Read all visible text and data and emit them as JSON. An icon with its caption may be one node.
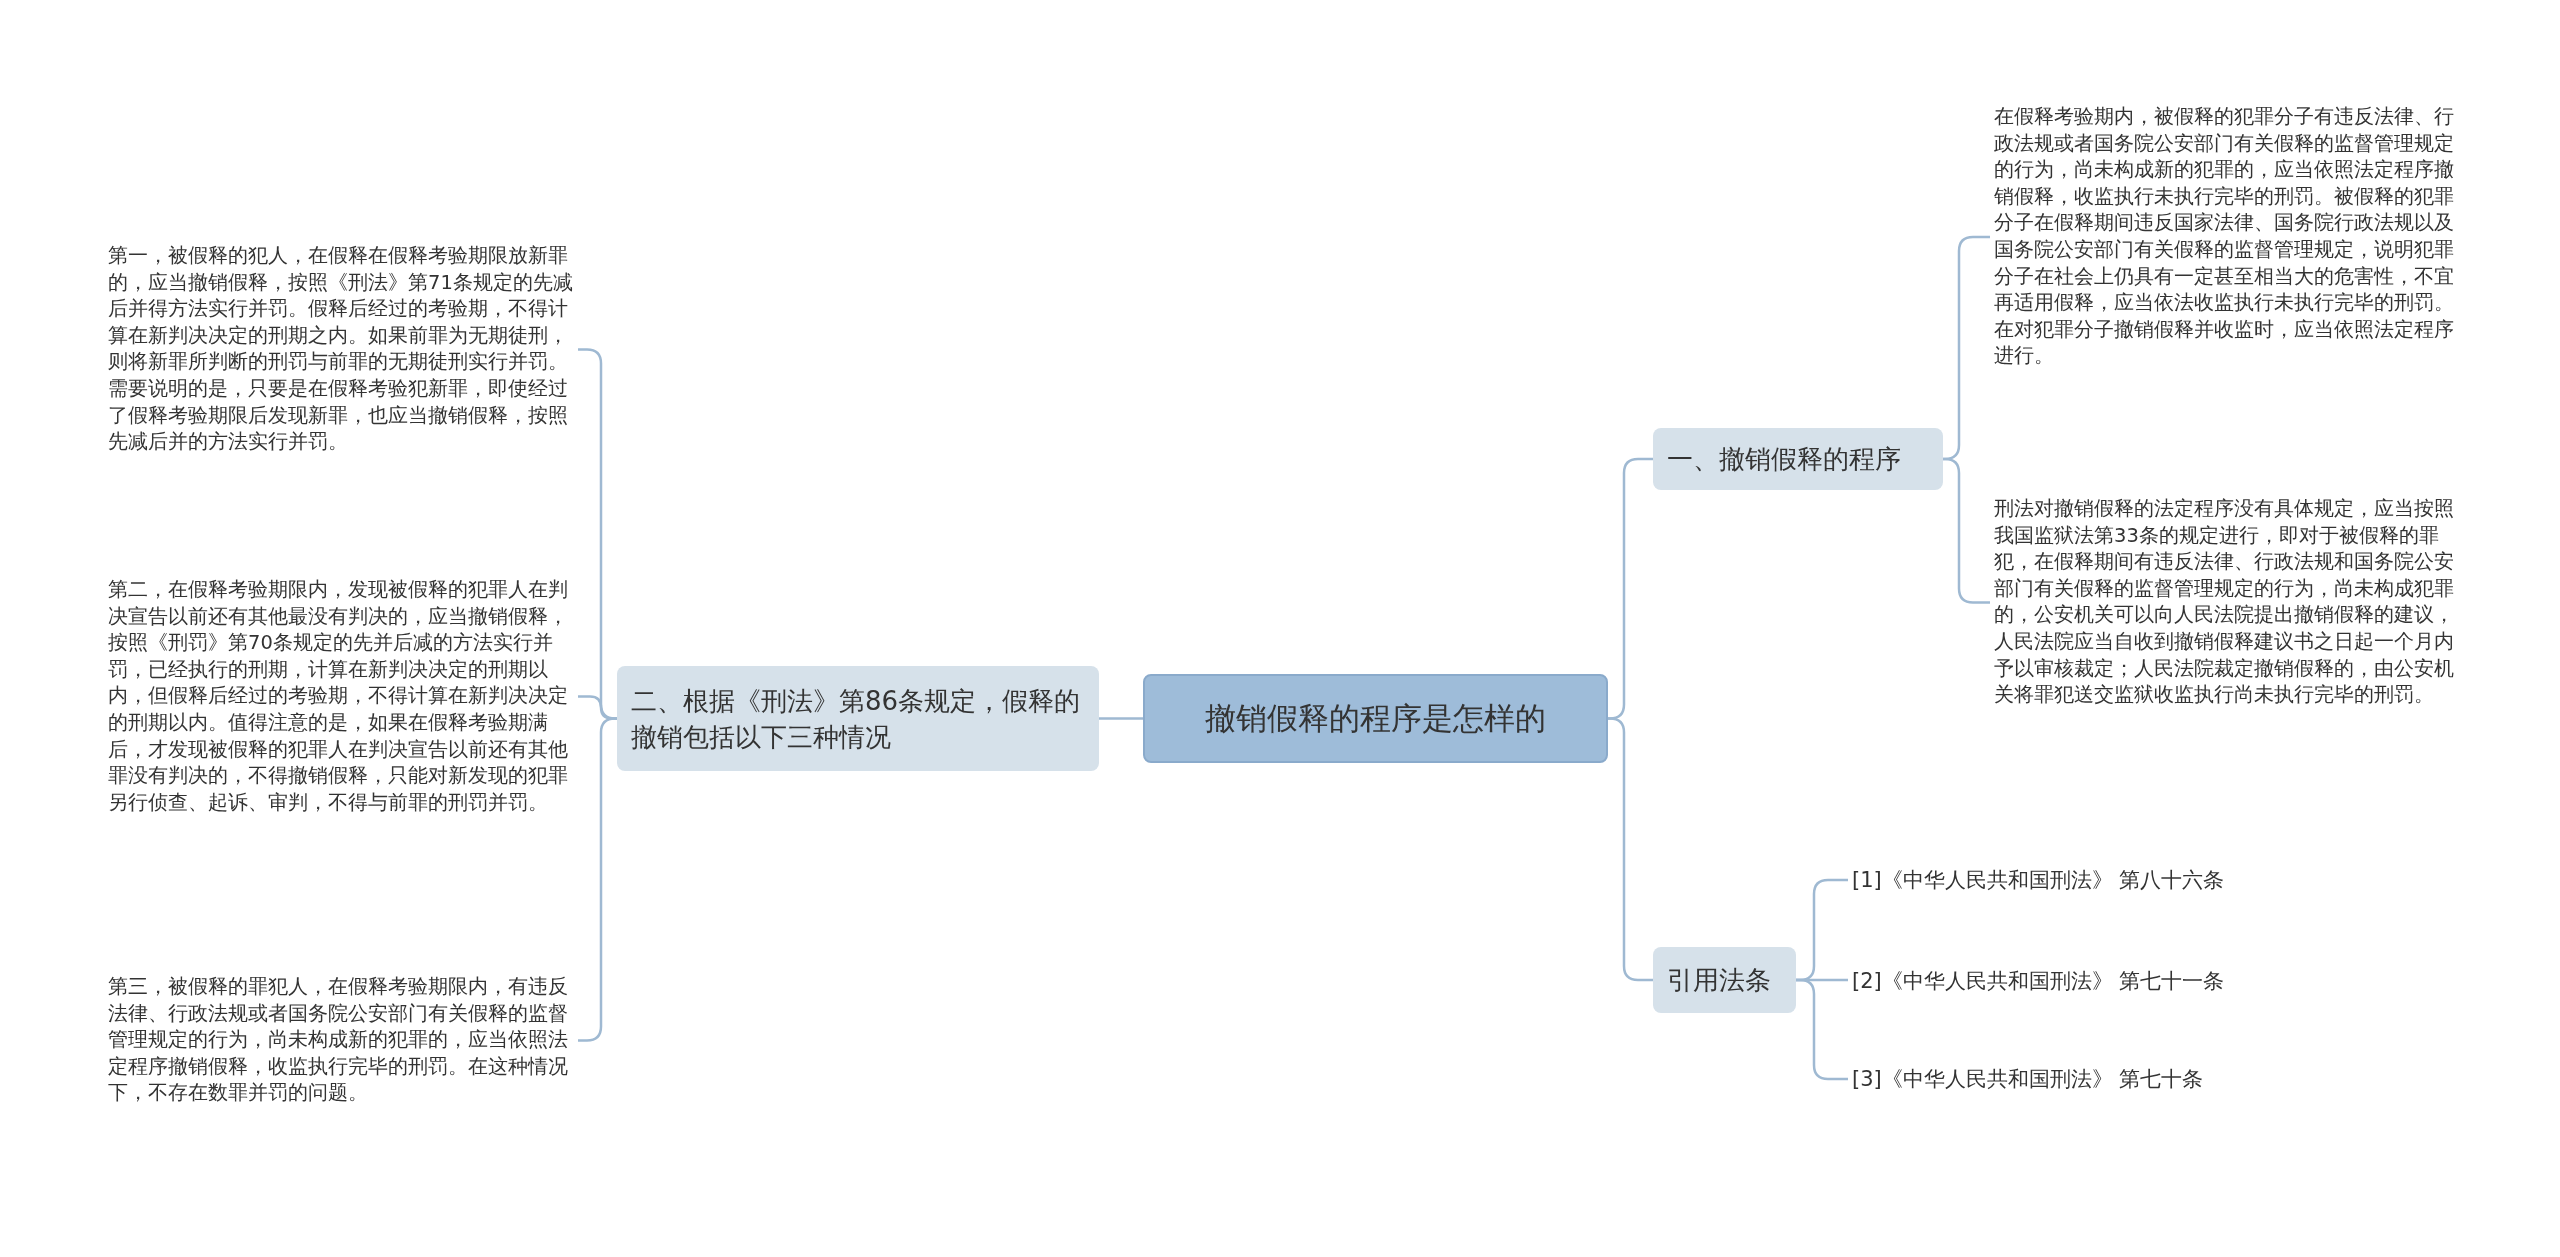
{
  "diagram": {
    "nodes": [
      {
        "text": [
          "撤销假释的程序是怎样的"
        ]
      },
      {
        "text": [
          "二、根据《刑法》第86条规定，假释的撤销包括以下三种情况"
        ]
      },
      {
        "text": [
          "第一，被假释的犯人，在假释在假释考验期限放新罪的，应当撤销假释，按照《刑法》第71条规定的先减后并得方法实行并罚。假释后经过的考验期，不得计算在新判决决定的刑期之内。如果前罪为无期徒刑，则将新罪所判断的刑罚与前罪的无期徒刑实行并罚。需要说明的是，只要是在假释考验犯新罪，即使经过了假释考验期限后发现新罪，也应当撤销假释，按照先减后并的方法实行并罚。"
        ]
      },
      {
        "text": [
          "第二，在假释考验期限内，发现被假释的犯罪人在判决宣告以前还有其他最没有判决的，应当撤销假释，按照《刑罚》第70条规定的先并后减的方法实行并罚，已经执行的刑期，计算在新判决决定的刑期以内，但假释后经过的考验期，不得计算在新判决决定的刑期以内。值得注意的是，如果在假释考验期满后，才发现被假释的犯罪人在判决宣告以前还有其他罪没有判决的，不得撤销假释，只能对新发现的犯罪另行侦查、起诉、审判，不得与前罪的刑罚并罚。"
        ]
      },
      {
        "text": [
          "第三，被假释的罪犯人，在假释考验期限内，有违反法律、行政法规或者国务院公安部门有关假释的监督管理规定的行为，尚未构成新的犯罪的，应当依照法定程序撤销假释，收监执行完毕的刑罚。在这种情况下，不存在数罪并罚的问题。"
        ]
      },
      {
        "text": [
          "一、撤销假释的程序"
        ]
      },
      {
        "text": [
          "在假释考验期内，被假释的犯罪分子有违反法律、行政法规或者国务院公安部门有关假释的监督管理规定的行为，尚未构成新的犯罪的，应当依照法定程序撤销假释，收监执行未执行完毕的刑罚。被假释的犯罪分子在假释期间违反国家法律、国务院行政法规以及国务院公安部门有关假释的监督管理规定，说明犯罪分子在社会上仍具有一定甚至相当大的危害性，不宜再适用假释，应当依法收监执行未执行完毕的刑罚。在对犯罪分子撤销假释并收监时，应当依照法定程序进行。"
        ]
      },
      {
        "text": [
          "刑法对撤销假释的法定程序没有具体规定，应当按照我国监狱法第33条的规定进行，即对于被假释的罪犯，在假释期间有违反法律、行政法规和国务院公安部门有关假释的监督管理规定的行为，尚未构成犯罪的，公安机关可以向人民法院提出撤销假释的建议，人民法院应当自收到撤销假释建议书之日起一个月内予以审核裁定；人民法院裁定撤销假释的，由公安机关将罪犯送交监狱收监执行尚未执行完毕的刑罚。"
        ]
      },
      {
        "text": [
          "引用法条"
        ]
      },
      {
        "text": [
          "[1]《中华人民共和国刑法》 第八十六条"
        ]
      },
      {
        "text": [
          "[2]《中华人民共和国刑法》 第七十一条"
        ]
      },
      {
        "text": [
          "[3]《中华人民共和国刑法》 第七十条"
        ]
      }
    ],
    "edges": [
      {
        "from": 0,
        "to": 1,
        "arrow": "none"
      },
      {
        "from": 1,
        "to": 2,
        "arrow": "none"
      },
      {
        "from": 1,
        "to": 3,
        "arrow": "none"
      },
      {
        "from": 1,
        "to": 4,
        "arrow": "none"
      },
      {
        "from": 0,
        "to": 5,
        "arrow": "none"
      },
      {
        "from": 5,
        "to": 6,
        "arrow": "none"
      },
      {
        "from": 5,
        "to": 7,
        "arrow": "none"
      },
      {
        "from": 0,
        "to": 8,
        "arrow": "none"
      },
      {
        "from": 8,
        "to": 9,
        "arrow": "none"
      },
      {
        "from": 8,
        "to": 10,
        "arrow": "none"
      },
      {
        "from": 8,
        "to": 11,
        "arrow": "none"
      }
    ]
  }
}
